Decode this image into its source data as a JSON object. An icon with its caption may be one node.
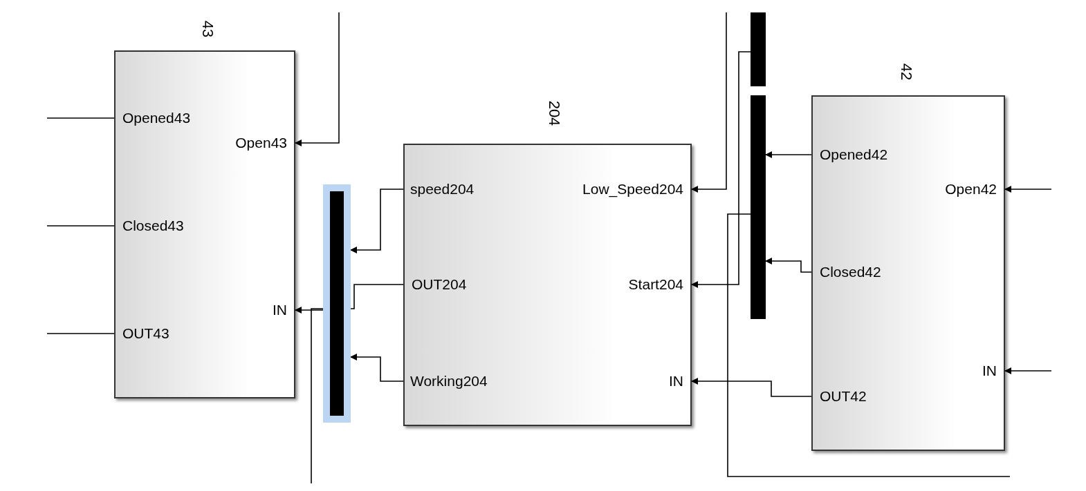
{
  "diagram": {
    "nodes": [
      {
        "text": [
          "43"
        ]
      },
      {
        "text": [
          "Opened43"
        ],
        "in": 0
      },
      {
        "text": [
          "Open43"
        ],
        "in": 0
      },
      {
        "text": [
          "Closed43"
        ],
        "in": 0
      },
      {
        "text": [
          "IN"
        ],
        "in": 0
      },
      {
        "text": [
          "OUT43"
        ],
        "in": 0
      },
      {
        "text": [],
        "shape": "bar"
      },
      {
        "text": [
          "204"
        ]
      },
      {
        "text": [
          "speed204"
        ],
        "in": 7
      },
      {
        "text": [
          "Low_Speed204"
        ],
        "in": 7
      },
      {
        "text": [
          "OUT204"
        ],
        "in": 7
      },
      {
        "text": [
          "Start204"
        ],
        "in": 7
      },
      {
        "text": [
          "Working204"
        ],
        "in": 7
      },
      {
        "text": [
          "IN"
        ],
        "in": 7
      },
      {
        "text": [],
        "shape": "bar"
      },
      {
        "text": [],
        "shape": "bar"
      },
      {
        "text": [
          "42"
        ]
      },
      {
        "text": [
          "Opened42"
        ],
        "in": 16
      },
      {
        "text": [
          "Open42"
        ],
        "in": 16
      },
      {
        "text": [
          "Closed42"
        ],
        "in": 16
      },
      {
        "text": [
          "OUT42"
        ],
        "in": 16
      },
      {
        "text": [
          "IN"
        ],
        "in": 16
      }
    ],
    "edges": [
      {
        "from": 1,
        "to": null,
        "arrow": "none"
      },
      {
        "from": null,
        "to": 2,
        "arrow": "to"
      },
      {
        "from": 3,
        "to": null,
        "arrow": "none"
      },
      {
        "from": 10,
        "to": 6,
        "arrow": "none"
      },
      {
        "from": 6,
        "to": 4,
        "arrow": "to"
      },
      {
        "from": 6,
        "to": null,
        "arrow": "none"
      },
      {
        "from": 5,
        "to": null,
        "arrow": "none"
      },
      {
        "from": 8,
        "to": 6,
        "arrow": "to"
      },
      {
        "from": 12,
        "to": 6,
        "arrow": "to"
      },
      {
        "from": null,
        "to": 9,
        "arrow": "to"
      },
      {
        "from": 14,
        "to": 11,
        "arrow": "to"
      },
      {
        "from": 17,
        "to": 15,
        "arrow": "to"
      },
      {
        "from": 19,
        "to": 15,
        "arrow": "to"
      },
      {
        "from": 15,
        "to": null,
        "arrow": "none"
      },
      {
        "from": 20,
        "to": 13,
        "arrow": "to"
      },
      {
        "from": null,
        "to": 18,
        "arrow": "to"
      },
      {
        "from": null,
        "to": 21,
        "arrow": "to"
      }
    ]
  }
}
